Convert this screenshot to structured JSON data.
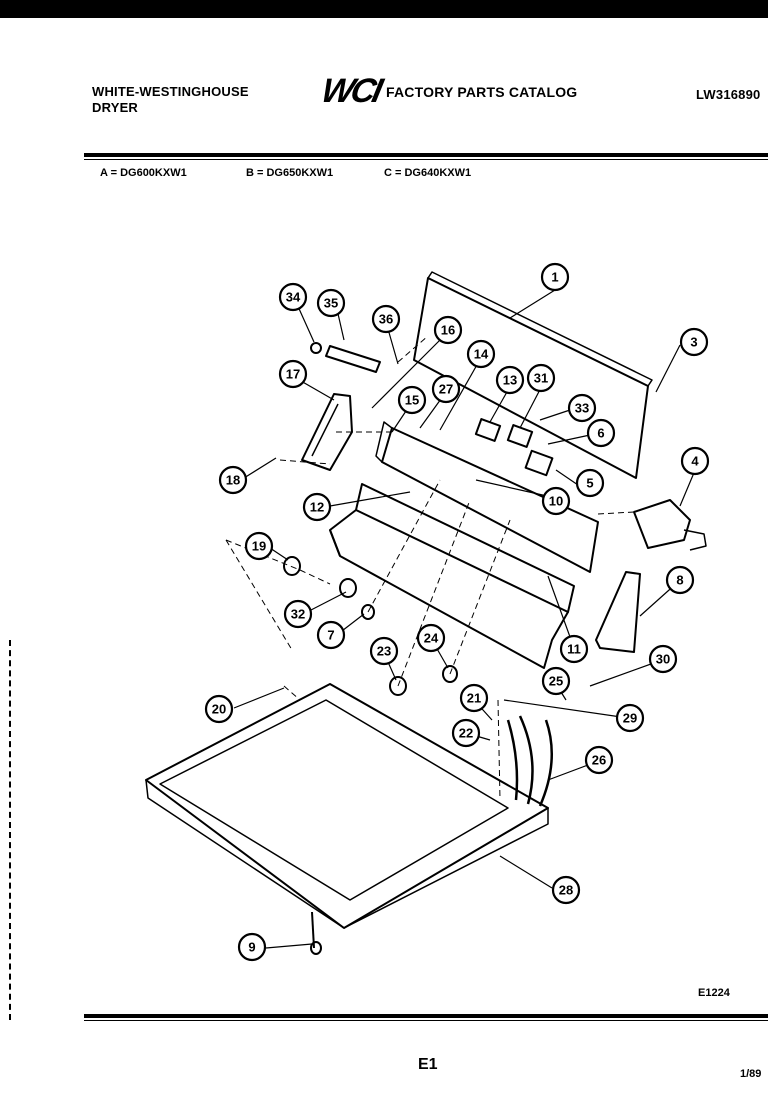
{
  "header": {
    "brand_line1": "WHITE-WESTINGHOUSE",
    "brand_line2": "DRYER",
    "logo": "WCI",
    "catalog_title": "FACTORY PARTS CATALOG",
    "catalog_number": "LW316890"
  },
  "models": [
    "A = DG600KXW1",
    "B = DG650KXW1",
    "C = DG640KXW1"
  ],
  "callouts": [
    "1",
    "3",
    "4",
    "5",
    "6",
    "7",
    "8",
    "9",
    "10",
    "11",
    "12",
    "13",
    "14",
    "15",
    "16",
    "17",
    "18",
    "19",
    "20",
    "21",
    "22",
    "23",
    "24",
    "25",
    "26",
    "27",
    "28",
    "29",
    "30",
    "31",
    "32",
    "33",
    "34",
    "35",
    "36"
  ],
  "footer": {
    "diagram_code": "E1224",
    "page_number": "E1",
    "date": "1/89"
  }
}
